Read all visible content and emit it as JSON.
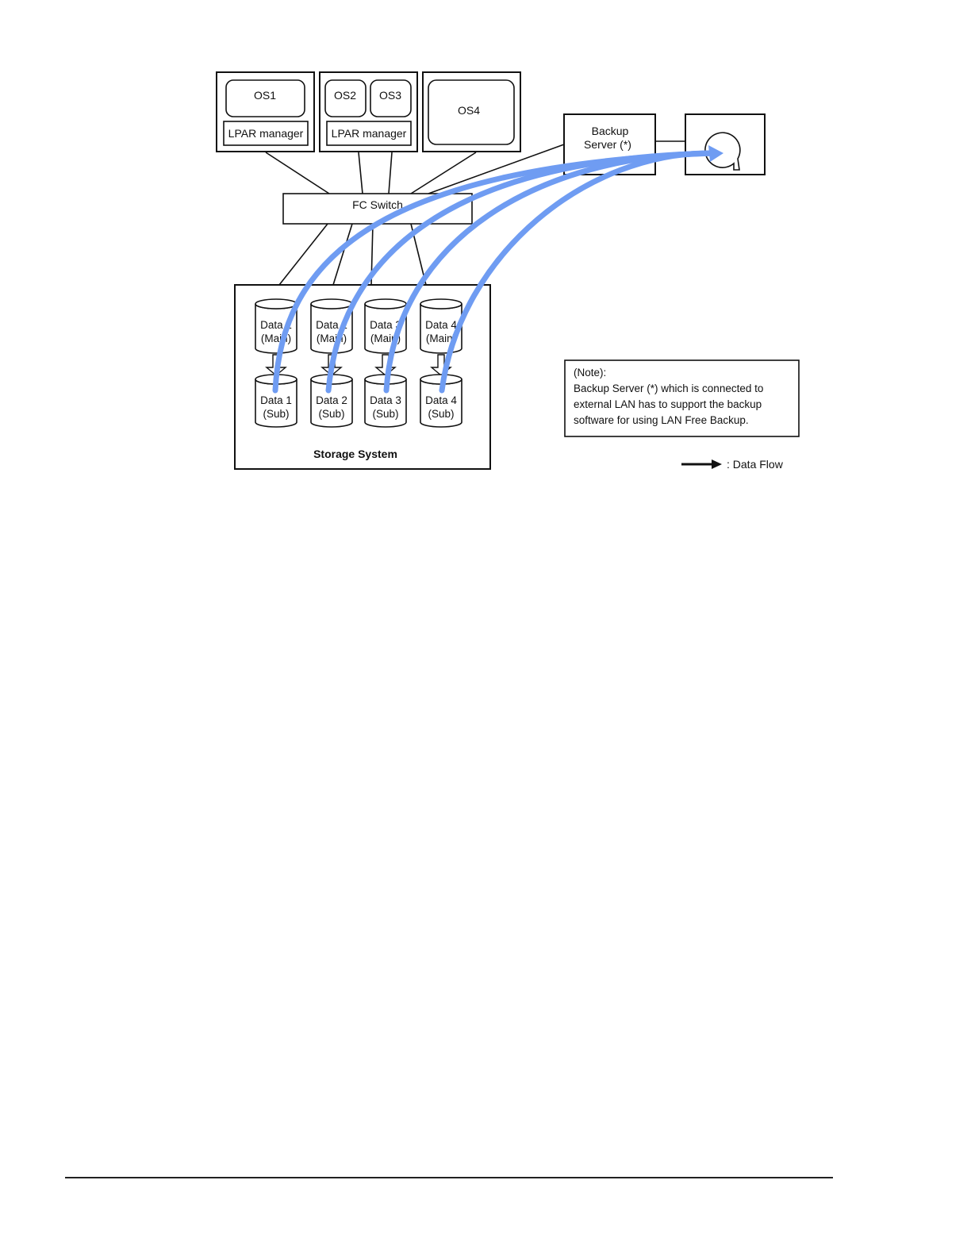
{
  "servers": [
    {
      "os": [
        "OS1"
      ],
      "manager": "LPAR manager"
    },
    {
      "os": [
        "OS2",
        "OS3"
      ],
      "manager": "LPAR manager"
    },
    {
      "os": [
        "OS4"
      ]
    }
  ],
  "backup_server": {
    "line1": "Backup",
    "line2": "Server (*)"
  },
  "fc_switch": "FC Switch",
  "storage": {
    "title": "Storage System",
    "main_volumes": [
      {
        "name": "Data 1",
        "role": "(Main)"
      },
      {
        "name": "Data 2",
        "role": "(Main)"
      },
      {
        "name": "Data 3",
        "role": "(Main)"
      },
      {
        "name": "Data 4",
        "role": "(Main)"
      }
    ],
    "sub_volumes": [
      {
        "name": "Data 1",
        "role": "(Sub)"
      },
      {
        "name": "Data 2",
        "role": "(Sub)"
      },
      {
        "name": "Data 3",
        "role": "(Sub)"
      },
      {
        "name": "Data 4",
        "role": "(Sub)"
      }
    ]
  },
  "note": {
    "heading": "(Note):",
    "lines": [
      "Backup Server (*) which is connected to",
      "external LAN has to support the backup",
      "software for using LAN Free Backup."
    ]
  },
  "legend": {
    "label": ": Data Flow"
  },
  "colors": {
    "data_flow": "#6f9cf2",
    "lines": "#111111"
  }
}
